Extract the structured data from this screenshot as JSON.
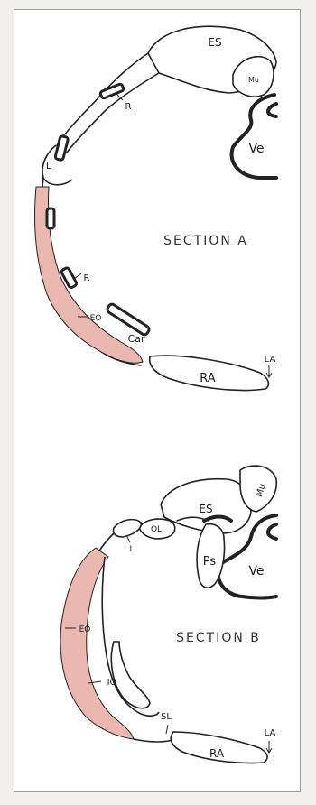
{
  "colors": {
    "external_oblique_highlight": "#eab8b0",
    "outline": "#222222",
    "background": "#ffffff"
  },
  "section_a": {
    "title": "SECTION A",
    "labels": {
      "es": "ES",
      "mu": "Mu",
      "ve": "Ve",
      "r_upper": "R",
      "l": "L",
      "r_lower": "R",
      "eo": "EO",
      "car": "Car",
      "ra": "RA",
      "la": "LA"
    }
  },
  "section_b": {
    "title": "SECTION B",
    "labels": {
      "es": "ES",
      "mu": "Mu",
      "ql": "QL",
      "l": "L",
      "ps": "Ps",
      "ve": "Ve",
      "eo": "EO",
      "io": "IO",
      "sl": "SL",
      "ra": "RA",
      "la": "LA"
    }
  }
}
